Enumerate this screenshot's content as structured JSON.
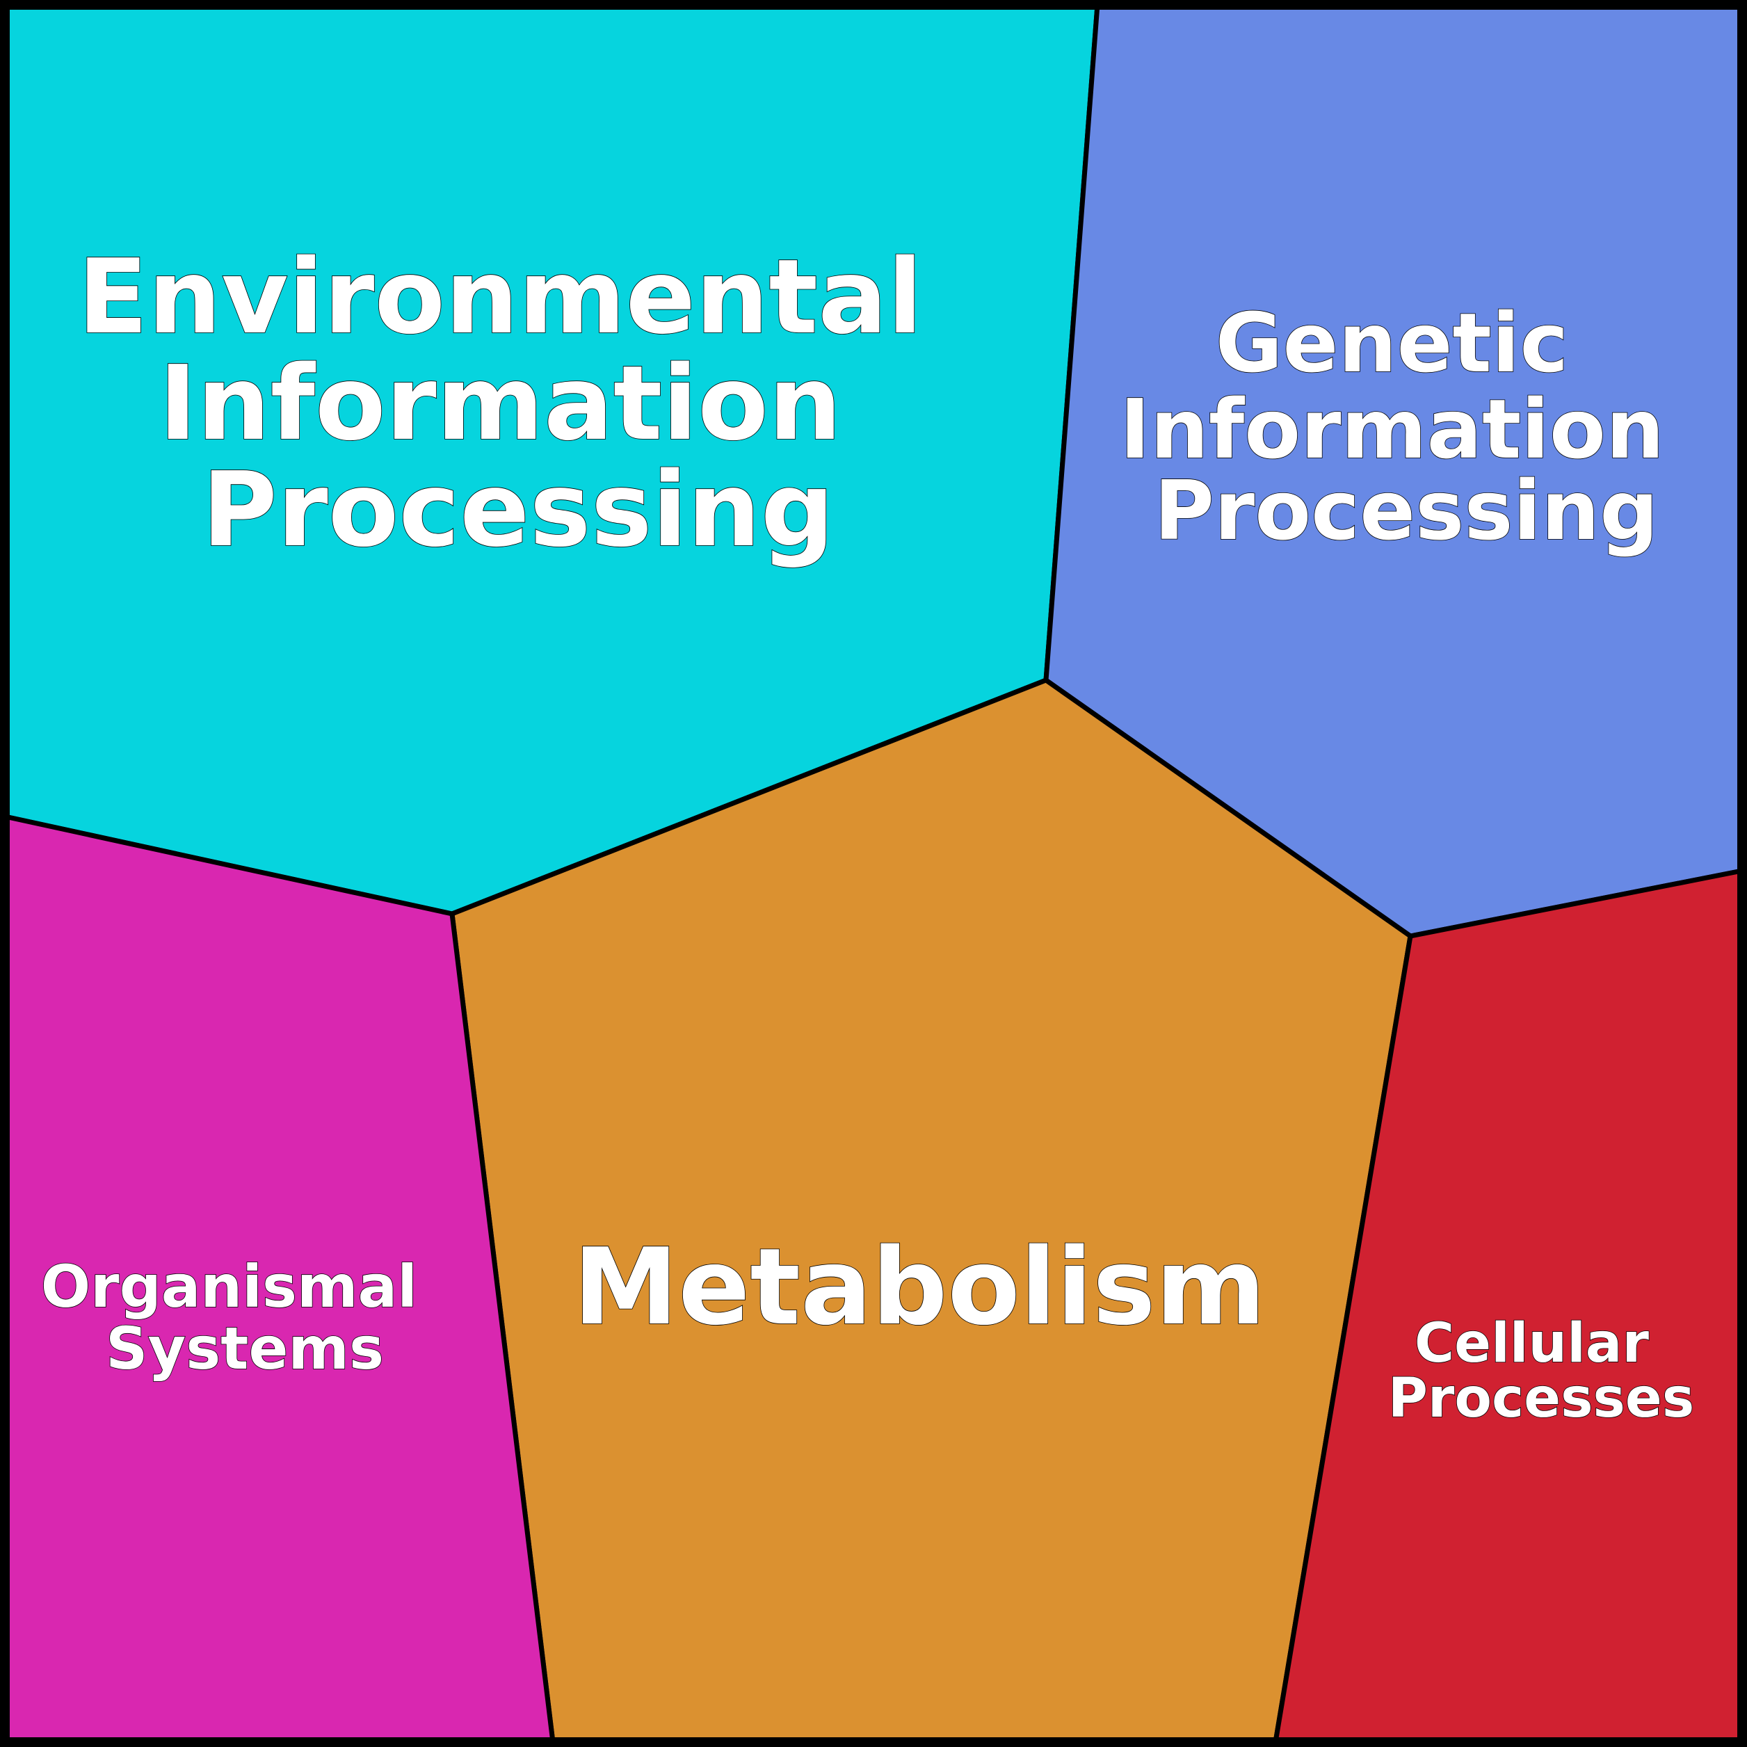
{
  "diagram": {
    "regions": [
      {
        "id": "environmental",
        "lines": [
          "Environmental",
          "Information",
          "Processing"
        ],
        "color": "#06d4de"
      },
      {
        "id": "genetic",
        "lines": [
          "Genetic",
          "Information",
          "Processing"
        ],
        "color": "#6889e5"
      },
      {
        "id": "metabolism",
        "lines": [
          "Metabolism"
        ],
        "color": "#db9130"
      },
      {
        "id": "organismal",
        "lines": [
          "Organismal",
          "Systems"
        ],
        "color": "#d927b0"
      },
      {
        "id": "cellular",
        "lines": [
          "Cellular",
          "Processes"
        ],
        "color": "#d02131"
      }
    ]
  }
}
